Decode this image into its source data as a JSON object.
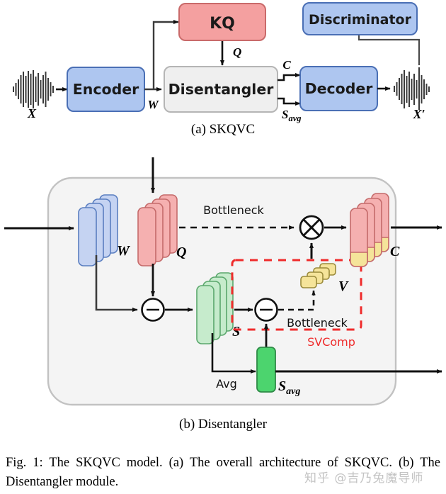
{
  "figure": {
    "subcaption_a": "(a) SKQVC",
    "subcaption_b": "(b) Disentangler",
    "caption": "Fig. 1: The SKQVC model. (a) The overall architecture of SKQVC. (b) The Disentangler module.",
    "watermark": "知乎 @吉乃兔魔导师"
  },
  "colors": {
    "blue_fill": "#aec6f0",
    "blue_stroke": "#4a6fb5",
    "blue_fill_light": "#c5d3f2",
    "pink_fill": "#f4a0a0",
    "pink_stroke": "#c45050",
    "pink_fill_light": "#f5b0b0",
    "grey_fill": "#efefef",
    "grey_stroke": "#b0b0b0",
    "green_fill": "#c6ebcc",
    "green_stroke": "#4f9e62",
    "green_bright": "#4cd46e",
    "yellow_fill": "#f5e49a",
    "yellow_stroke": "#9a8a3a",
    "red_dash": "#ef2b2b",
    "arrow": "#111111",
    "panel_fill": "#f4f4f4",
    "panel_stroke": "#bfbfbf"
  },
  "diagram_a": {
    "title": "SKQVC overall architecture",
    "nodes": [
      {
        "id": "kq",
        "label": "KQ",
        "style": "pink"
      },
      {
        "id": "discriminator",
        "label": "Discriminator",
        "style": "blue"
      },
      {
        "id": "encoder",
        "label": "Encoder",
        "style": "blue"
      },
      {
        "id": "disentangler",
        "label": "Disentangler",
        "style": "grey"
      },
      {
        "id": "decoder",
        "label": "Decoder",
        "style": "blue"
      }
    ],
    "edge_labels": [
      {
        "id": "x",
        "label": "X"
      },
      {
        "id": "w",
        "label": "W"
      },
      {
        "id": "q",
        "label": "Q"
      },
      {
        "id": "c",
        "label": "C"
      },
      {
        "id": "savg",
        "label": "Savg"
      },
      {
        "id": "xprime",
        "label": "X′"
      }
    ],
    "waveform_left": "waveform-icon",
    "waveform_right": "waveform-icon"
  },
  "diagram_b": {
    "title": "Disentangler module",
    "tensor_stacks": [
      {
        "id": "w",
        "label": "W",
        "style": "blue",
        "count": 4
      },
      {
        "id": "q",
        "label": "Q",
        "style": "pink",
        "count": 4
      },
      {
        "id": "s",
        "label": "S",
        "style": "green",
        "count": 4
      },
      {
        "id": "v",
        "label": "V",
        "style": "yellow",
        "count": 4
      },
      {
        "id": "c",
        "label": "C",
        "style": "pink-yellow",
        "count": 4
      }
    ],
    "bars": [
      {
        "id": "savg",
        "label": "Savg",
        "style": "green-bright"
      }
    ],
    "operators": [
      {
        "id": "sub1",
        "symbol": "−",
        "name": "subtract"
      },
      {
        "id": "sub2",
        "symbol": "−",
        "name": "subtract"
      },
      {
        "id": "mul",
        "symbol": "⊗",
        "name": "multiply"
      }
    ],
    "labels": [
      {
        "id": "bottleneck_top",
        "label": "Bottleneck"
      },
      {
        "id": "bottleneck_bottom",
        "label": "Bottleneck"
      },
      {
        "id": "avg",
        "label": "Avg"
      },
      {
        "id": "svcomp",
        "label": "SVComp"
      }
    ]
  }
}
